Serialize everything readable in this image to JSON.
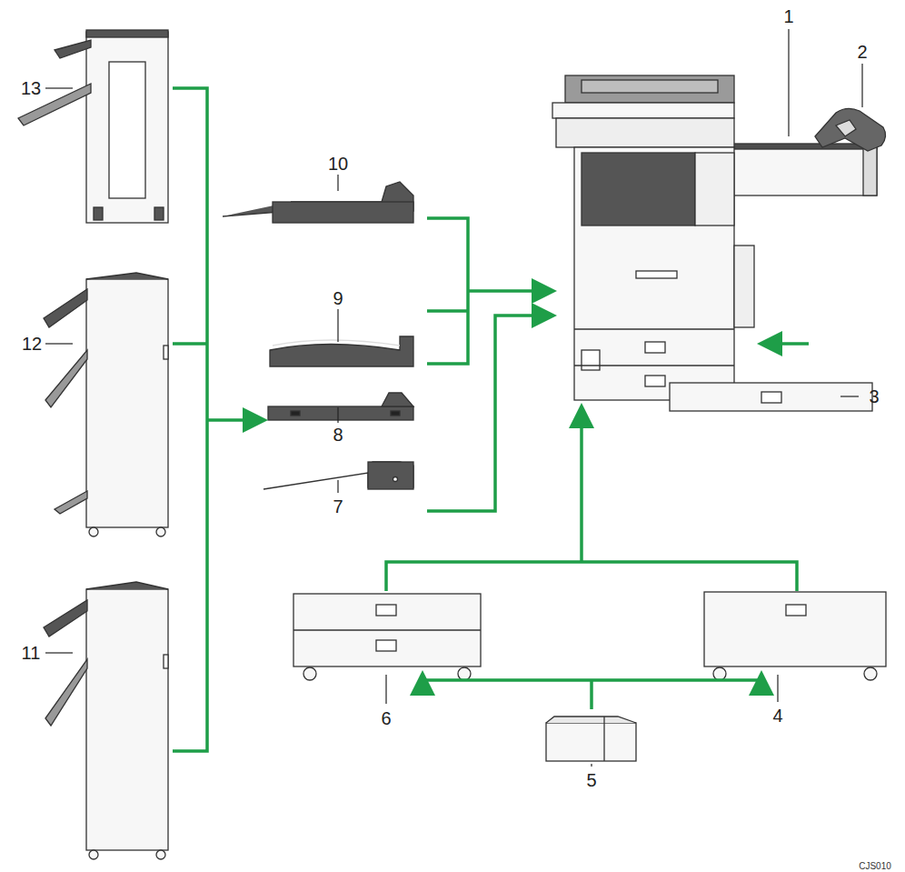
{
  "diagram": {
    "labels": [
      "1",
      "2",
      "13",
      "10",
      "9",
      "12",
      "3",
      "8",
      "7",
      "11",
      "6",
      "4",
      "5",
      "CJS010"
    ]
  }
}
